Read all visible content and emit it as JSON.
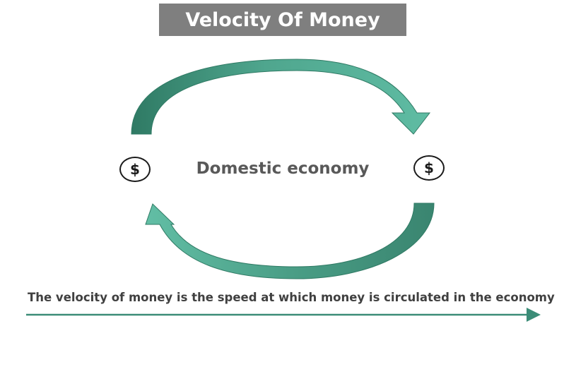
{
  "title": "Velocity Of Money",
  "center_label": "Domestic economy",
  "coin_symbol": "$",
  "caption": "The velocity of money is the speed at which money is circulated in the economy",
  "colors": {
    "title_bg": "#7f7f7f",
    "arrow_light": "#5bb39c",
    "arrow_dark": "#3d8a74",
    "line": "#3b8c77"
  }
}
